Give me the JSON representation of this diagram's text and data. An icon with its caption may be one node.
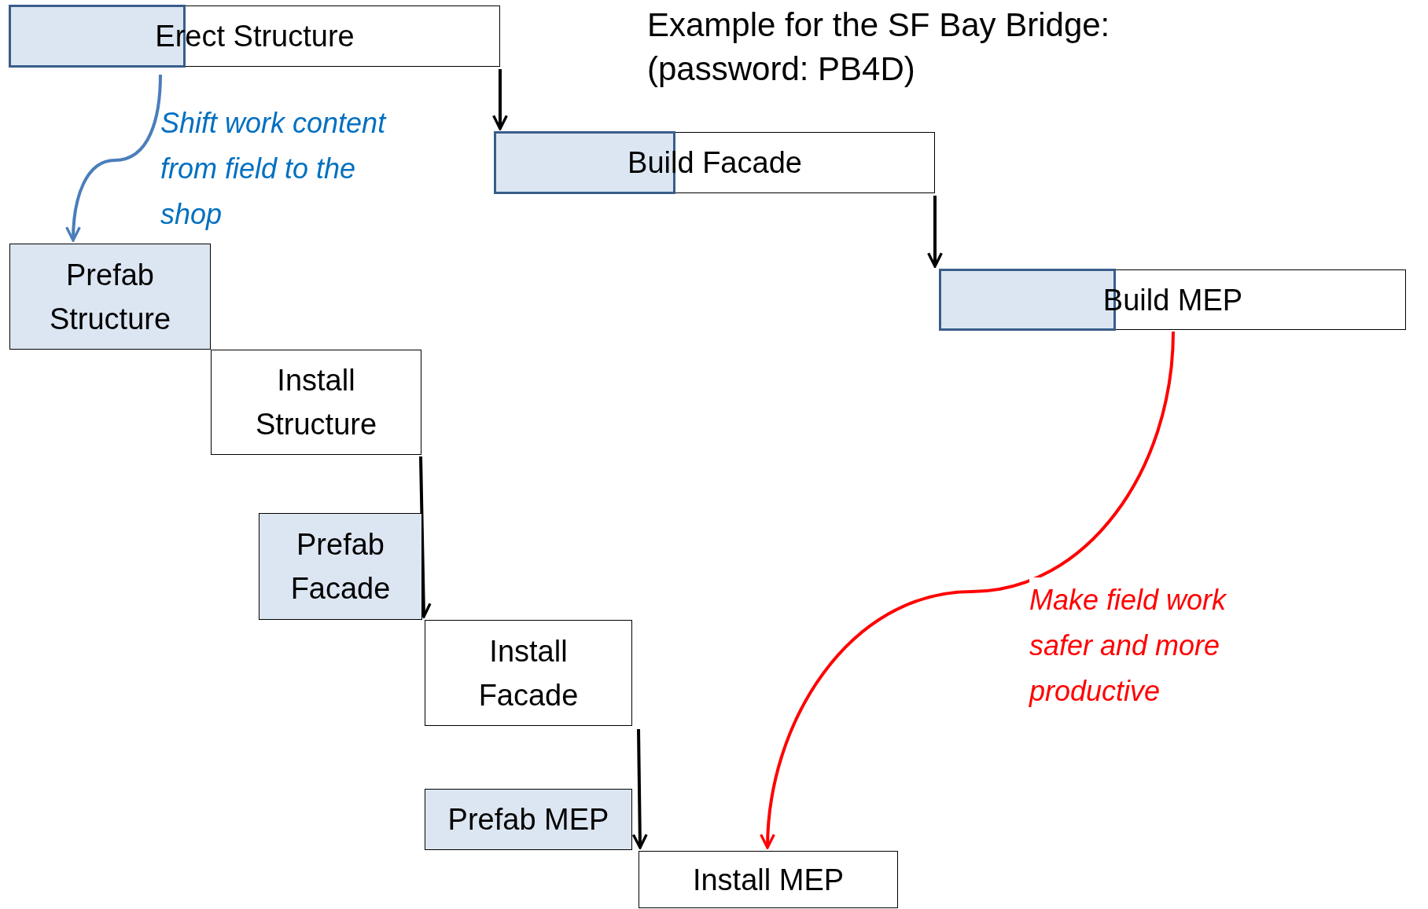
{
  "diagram": {
    "nodes": [
      {
        "text": [
          "Erect Structure"
        ]
      },
      {
        "text": [
          "Build Facade"
        ]
      },
      {
        "text": [
          "Build MEP"
        ]
      },
      {
        "text": [
          "Prefab Structure"
        ]
      },
      {
        "text": [
          "Install Structure"
        ]
      },
      {
        "text": [
          "Prefab Facade"
        ]
      },
      {
        "text": [
          "Install Facade"
        ]
      },
      {
        "text": [
          "Prefab MEP"
        ]
      },
      {
        "text": [
          "Install MEP"
        ]
      },
      {
        "text": [],
        "shape": "box",
        "in": 0
      },
      {
        "text": [],
        "shape": "box",
        "in": 1
      },
      {
        "text": [],
        "shape": "box",
        "in": 2
      }
    ],
    "edges": [
      {
        "from": 0,
        "to": 1,
        "arrow": "to"
      },
      {
        "from": 1,
        "to": 2,
        "arrow": "to"
      },
      {
        "from": 0,
        "to": 3,
        "arrow": "to",
        "label": "Shift work content from field to the shop",
        "color": "#4a7ebb"
      },
      {
        "from": 4,
        "to": 6,
        "arrow": "to"
      },
      {
        "from": 6,
        "to": 8,
        "arrow": "to"
      },
      {
        "from": 2,
        "to": 8,
        "arrow": "to",
        "label": "Make field work safer and more productive",
        "color": "#ff0000"
      }
    ],
    "labels": [
      "Example for the SF Bay Bridge:",
      "(password: PB4D)"
    ]
  }
}
